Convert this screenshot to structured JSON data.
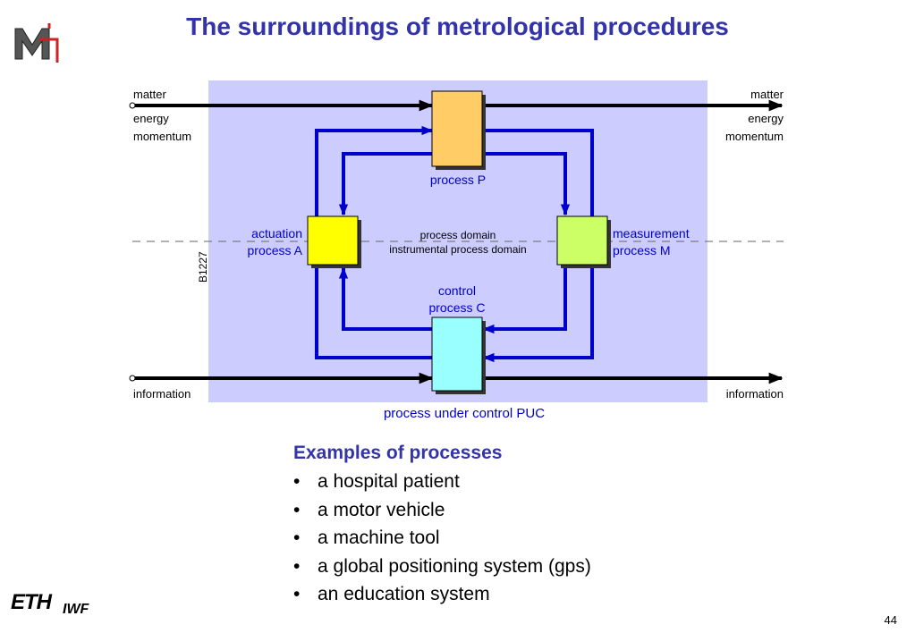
{
  "title": "The surroundings of metrological procedures",
  "logo": {
    "icon": "m-logo-icon",
    "text": "M"
  },
  "diagram": {
    "left_labels": {
      "matter": "matter",
      "energy": "energy",
      "momentum": "momentum",
      "information": "information"
    },
    "right_labels": {
      "matter": "matter",
      "energy": "energy",
      "momentum": "momentum",
      "information": "information"
    },
    "process_p": "process P",
    "actuation": [
      "actuation",
      "process A"
    ],
    "measurement": [
      "measurement",
      "process M"
    ],
    "control": [
      "control",
      "process C"
    ],
    "process_domain": "process domain",
    "instrumental_domain": "instrumental process domain",
    "code": "B1227",
    "caption": "process under control PUC",
    "colors": {
      "background": "#ccccff",
      "arrow": "#0000cc",
      "process_p": "#ffcc66",
      "actuation": "#ffff00",
      "measurement": "#ccff66",
      "control": "#99ffff"
    }
  },
  "examples": {
    "heading": "Examples of processes",
    "items": [
      "a hospital patient",
      "a motor vehicle",
      "a machine tool",
      "a global positioning system (gps)",
      "an education system"
    ]
  },
  "footer": {
    "eth": "ETH",
    "iwf": "IWF",
    "page": "44"
  }
}
